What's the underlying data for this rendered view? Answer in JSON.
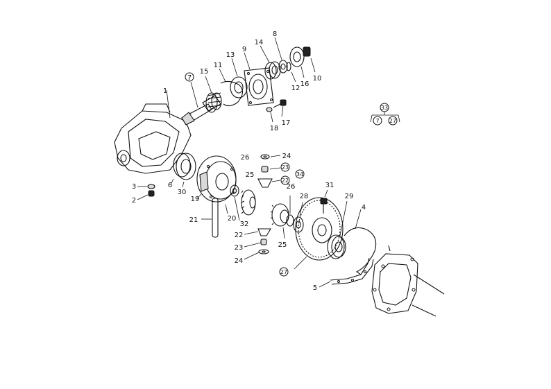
{
  "callouts": [
    {
      "id": "c1",
      "text": "1"
    },
    {
      "id": "c2",
      "text": "2"
    },
    {
      "id": "c3",
      "text": "3"
    },
    {
      "id": "c4",
      "text": "4"
    },
    {
      "id": "c5",
      "text": "5"
    },
    {
      "id": "c6",
      "text": "6"
    },
    {
      "id": "c7",
      "text": "7"
    },
    {
      "id": "c8",
      "text": "8"
    },
    {
      "id": "c9",
      "text": "9"
    },
    {
      "id": "c10",
      "text": "10"
    },
    {
      "id": "c11",
      "text": "11"
    },
    {
      "id": "c12",
      "text": "12"
    },
    {
      "id": "c13",
      "text": "13"
    },
    {
      "id": "c14",
      "text": "14"
    },
    {
      "id": "c15",
      "text": "15"
    },
    {
      "id": "c16",
      "text": "16"
    },
    {
      "id": "c17",
      "text": "17"
    },
    {
      "id": "c18",
      "text": "18"
    },
    {
      "id": "c19",
      "text": "19"
    },
    {
      "id": "c20",
      "text": "20"
    },
    {
      "id": "c21",
      "text": "21"
    },
    {
      "id": "c22",
      "text": "22"
    },
    {
      "id": "c22b",
      "text": "22"
    },
    {
      "id": "c23",
      "text": "23"
    },
    {
      "id": "c23b",
      "text": "23"
    },
    {
      "id": "c24",
      "text": "24"
    },
    {
      "id": "c24b",
      "text": "24"
    },
    {
      "id": "c25",
      "text": "25"
    },
    {
      "id": "c25b",
      "text": "25"
    },
    {
      "id": "c26",
      "text": "26"
    },
    {
      "id": "c26b",
      "text": "26"
    },
    {
      "id": "c27",
      "text": "27"
    },
    {
      "id": "c28",
      "text": "28"
    },
    {
      "id": "c29",
      "text": "29"
    },
    {
      "id": "c30",
      "text": "30"
    },
    {
      "id": "c31",
      "text": "31"
    },
    {
      "id": "c32",
      "text": "32"
    },
    {
      "id": "c33",
      "text": "33"
    },
    {
      "id": "c34",
      "text": "34"
    }
  ],
  "legend": {
    "top": "33",
    "left": "7",
    "right": "27"
  }
}
